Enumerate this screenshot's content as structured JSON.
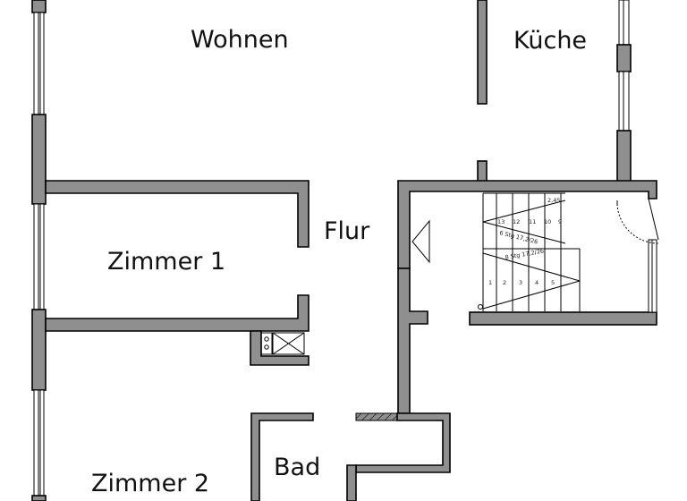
{
  "rooms": {
    "living": "Wohnen",
    "kitchen": "Küche",
    "hall": "Flur",
    "room1": "Zimmer 1",
    "room2": "Zimmer 2",
    "bath": "Bad"
  },
  "stairs": {
    "flight_upper": "6 Stg 17,2/26",
    "flight_lower": "8 Stg 17,2/26",
    "dimension": "2,45",
    "step_numbers_top": [
      "13",
      "12",
      "11",
      "10",
      "9"
    ],
    "step_numbers_bottom": [
      "1",
      "2",
      "3",
      "4",
      "5"
    ]
  },
  "colors": {
    "wall_fill": "#8f8f8f",
    "line": "#000000",
    "background": "#ffffff"
  }
}
